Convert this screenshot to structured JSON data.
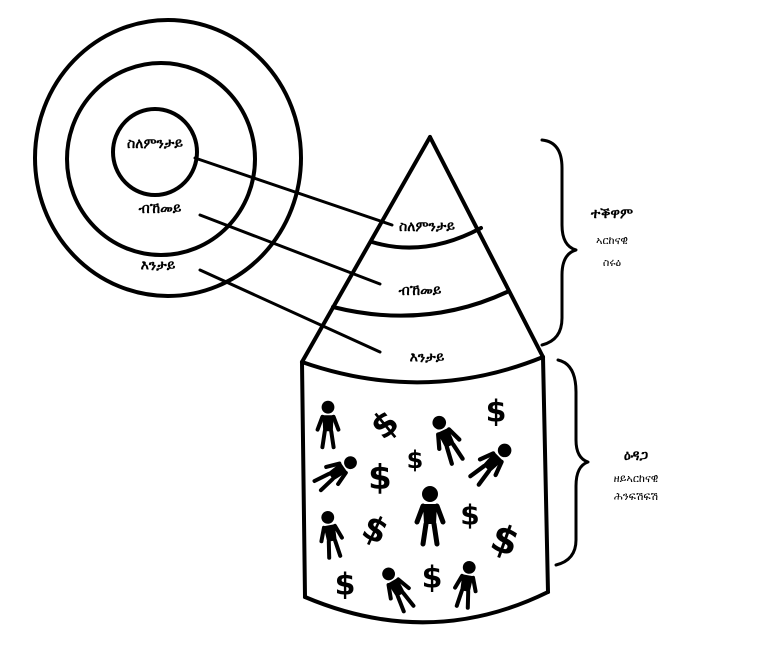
{
  "colors": {
    "ink": "#000000",
    "paper": "#ffffff"
  },
  "circle_labels": {
    "inner": "ስለምንታይ",
    "middle": "ብኸመይ",
    "outer": "እንታይ"
  },
  "cone_labels": {
    "tip": "ስለምንታይ",
    "middle": "ብኸመይ",
    "base": "እንታይ"
  },
  "upper_bracket": {
    "title": "ተቕዋም",
    "line1": "ኣርከናዊ",
    "line2": "ስሩዕ"
  },
  "lower_bracket": {
    "title": "ዕዳጋ",
    "line1": "ዘይኣርከናዊ",
    "line2": "ሕንፍሽፍሽ"
  },
  "cylinder_contents": {
    "dollar_symbol": "$",
    "figure_icon": "person-icon"
  }
}
